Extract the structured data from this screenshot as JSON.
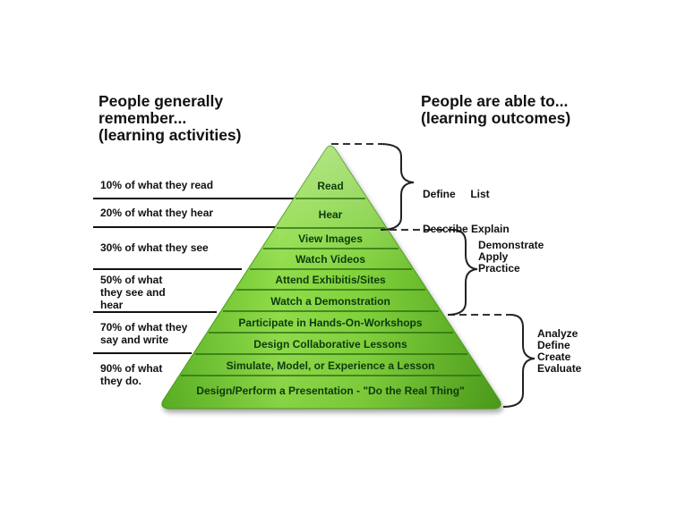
{
  "headers": {
    "left": [
      "People generally",
      "remember...",
      "(learning activities)"
    ],
    "right": [
      "People are able to...",
      "(learning outcomes)"
    ]
  },
  "retention_labels": [
    {
      "lines": [
        "10% of what they read"
      ]
    },
    {
      "lines": [
        "20% of what they hear"
      ]
    },
    {
      "lines": [
        "30% of what they see"
      ]
    },
    {
      "lines": [
        "50% of what",
        "they see and",
        "hear"
      ]
    },
    {
      "lines": [
        "70% of what they",
        "say and write"
      ]
    },
    {
      "lines": [
        "90% of what",
        "they do."
      ]
    }
  ],
  "pyramid": {
    "fill_color": "#7fd13a",
    "highlight_color": "#b7ef7a",
    "line_color": "#2f6e12",
    "text_color": "#0e3a0e",
    "bands": [
      "Read",
      "Hear",
      "View Images",
      "Watch Videos",
      "Attend Exhibitis/Sites",
      "Watch a Demonstration",
      "Participate in Hands-On-Workshops",
      "Design Collaborative Lessons",
      "Simulate, Model, or Experience a Lesson",
      "Design/Perform a Presentation - \"Do the Real Thing\""
    ]
  },
  "outcomes": [
    {
      "lines": [
        "Define     List",
        "Describe Explain"
      ]
    },
    {
      "lines": [
        "Demonstrate",
        "Apply",
        "Practice"
      ]
    },
    {
      "lines": [
        "Analyze",
        "Define",
        "Create",
        "Evaluate"
      ]
    }
  ]
}
